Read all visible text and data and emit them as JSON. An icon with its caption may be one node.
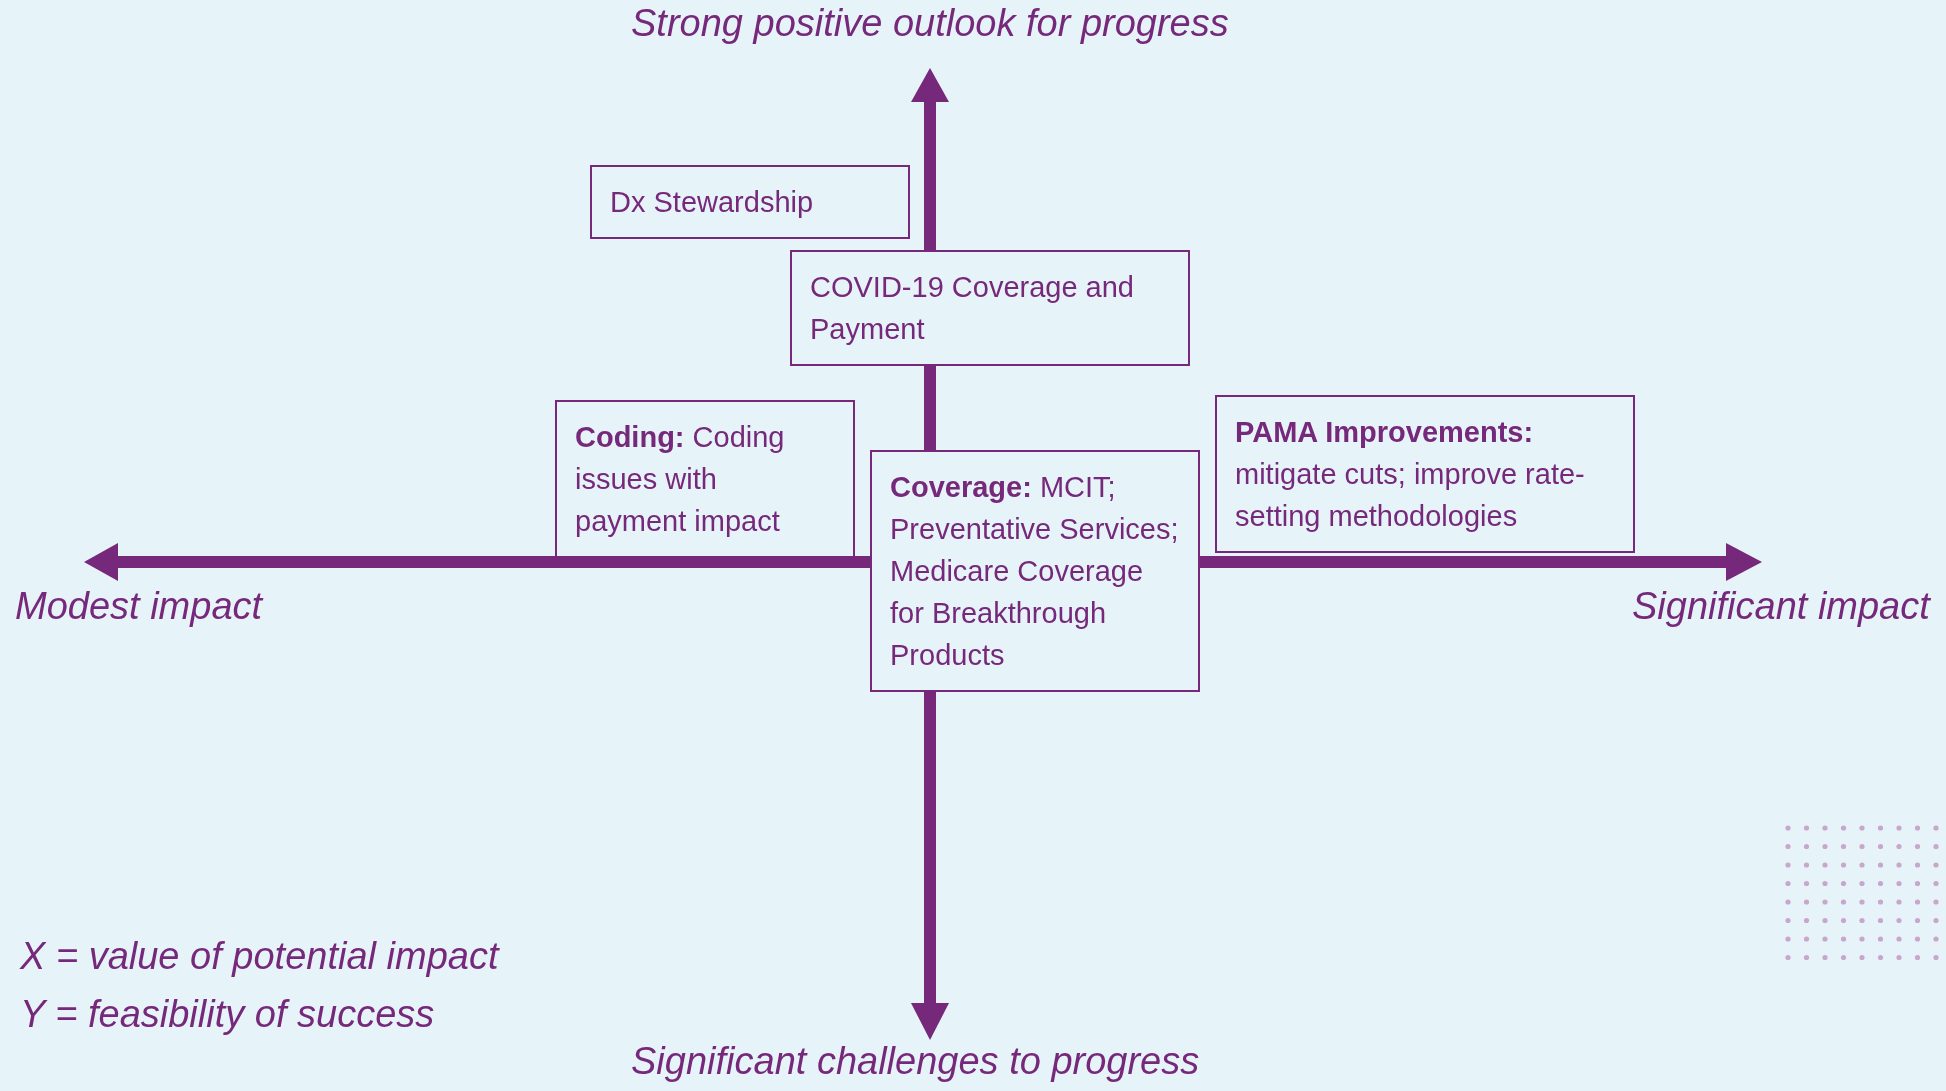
{
  "diagram": {
    "nodes": [
      {
        "text": [
          "Dx Stewardship"
        ]
      },
      {
        "text": [
          "COVID-19 Coverage and Payment"
        ]
      },
      {
        "text": [
          "**Coding:** Coding issues with payment impact"
        ]
      },
      {
        "text": [
          "**Coverage:** MCIT; Preventative Services; Medicare Coverage for Breakthrough Products"
        ]
      },
      {
        "text": [
          "PAMA Improvements:",
          "mitigate cuts; improve rate-setting methodologies"
        ]
      }
    ],
    "labels": [
      "Strong positive outlook for progress",
      "Modest impact",
      "Significant impact",
      "X = value of potential impact",
      "Y = feasibility of success",
      "Significant challenges to progress"
    ]
  }
}
